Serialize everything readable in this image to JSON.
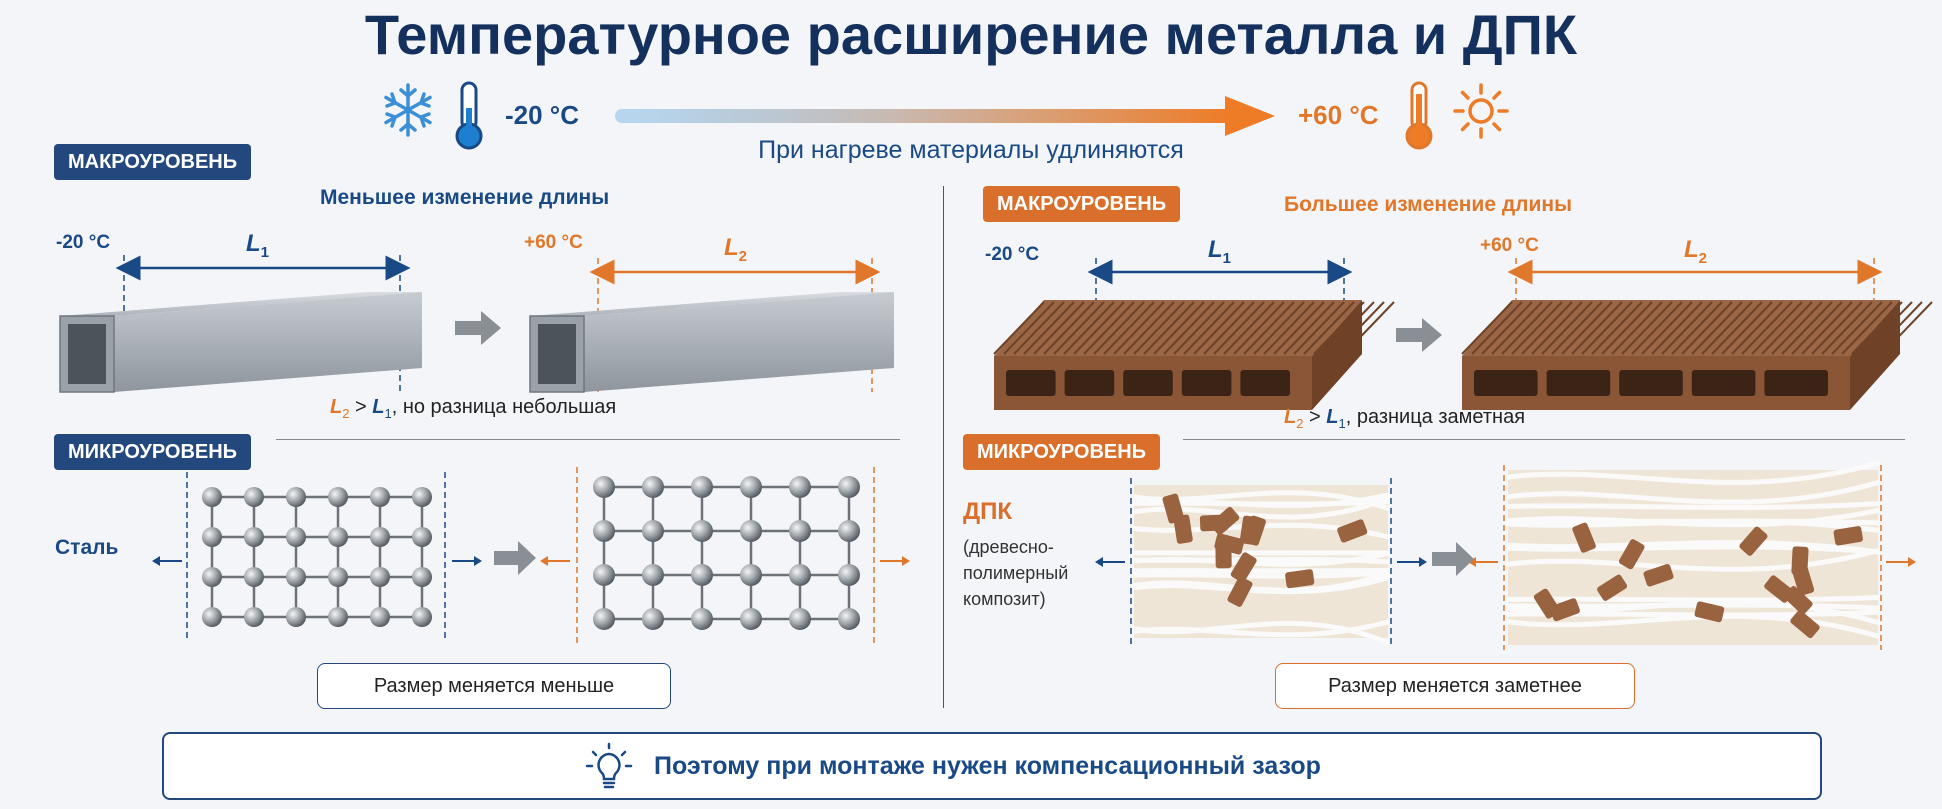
{
  "title": "Температурное расширение металла и ДПК",
  "header": {
    "cold_temp": "-20 °C",
    "hot_temp": "+60 °C",
    "subtitle": "При нагреве материалы удлиняются"
  },
  "left": {
    "macro_badge": "МАКРОУРОВЕНЬ",
    "macro_heading": "Меньшее изменение длины",
    "cold_label": "-20 °C",
    "hot_label": "+60 °C",
    "L1": "L",
    "L1_sub": "1",
    "L2": "L",
    "L2_sub": "2",
    "cmp_L2": "L",
    "cmp_L2_sub": "2",
    "cmp_gt": " > ",
    "cmp_L1": "L",
    "cmp_L1_sub": "1",
    "cmp_text": ", но разница небольшая",
    "micro_badge": "МИКРОУРОВЕНЬ",
    "material": "Сталь",
    "result": "Размер меняется меньше"
  },
  "right": {
    "macro_badge": "МАКРОУРОВЕНЬ",
    "macro_heading": "Большее изменение длины",
    "cold_label": "-20 °C",
    "hot_label": "+60 °C",
    "L1": "L",
    "L1_sub": "1",
    "L2": "L",
    "L2_sub": "2",
    "cmp_L2": "L",
    "cmp_L2_sub": "2",
    "cmp_gt": " > ",
    "cmp_L1": "L",
    "cmp_L1_sub": "1",
    "cmp_text": ", разница заметная",
    "micro_badge": "МИКРОУРОВЕНЬ",
    "material": "ДПК",
    "material_desc": [
      "(древесно-",
      "полимерный",
      "композит)"
    ],
    "result": "Размер меняется заметнее"
  },
  "footer": {
    "text": "Поэтому при монтаже нужен компенсационный зазор"
  },
  "icons": {
    "cold": "snowflake-icon",
    "cold_thermo": "thermometer-cold-icon",
    "hot_thermo": "thermometer-hot-icon",
    "hot": "sun-icon",
    "footer": "lightbulb-icon"
  },
  "colors": {
    "navy": "#14305c",
    "blue": "#1a4a86",
    "orange": "#e0772a",
    "wood": "#8a5636"
  }
}
